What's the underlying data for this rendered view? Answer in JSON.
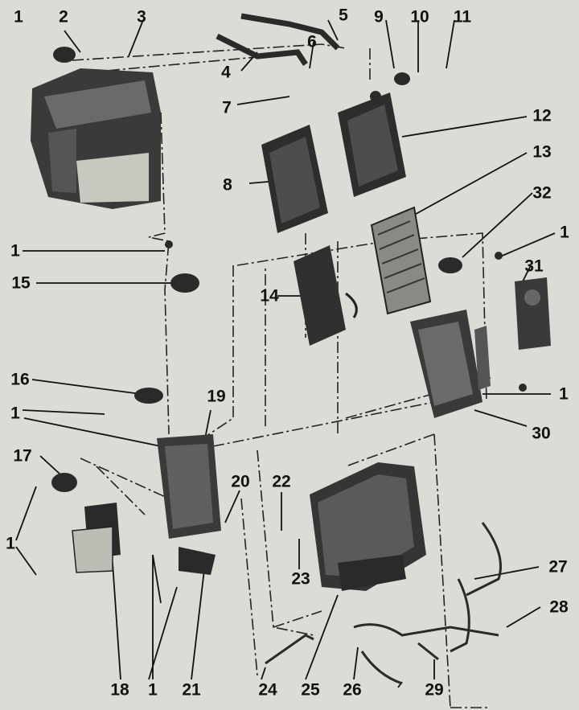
{
  "callouts": {
    "c1_a": "1",
    "c1_b": "1",
    "c1_c": "1",
    "c1_d": "1",
    "c1_e": "1",
    "c1_f": "1",
    "c1_g": "1",
    "c2": "2",
    "c3": "3",
    "c4": "4",
    "c5": "5",
    "c6": "6",
    "c7": "7",
    "c8": "8",
    "c9": "9",
    "c10": "10",
    "c11": "11",
    "c12": "12",
    "c13": "13",
    "c14": "14",
    "c15": "15",
    "c16": "16",
    "c17": "17",
    "c18": "18",
    "c19": "19",
    "c20": "20",
    "c21": "21",
    "c22": "22",
    "c23": "23",
    "c24": "24",
    "c25": "25",
    "c26": "26",
    "c27": "27",
    "c28": "28",
    "c29": "29",
    "c30": "30",
    "c31": "31",
    "c32": "32"
  },
  "colors": {
    "ink": "#111111",
    "paper": "#dcdcd6",
    "part_dark": "#2a2a2a",
    "part_mid": "#555555",
    "part_light": "#bdbdb6"
  }
}
